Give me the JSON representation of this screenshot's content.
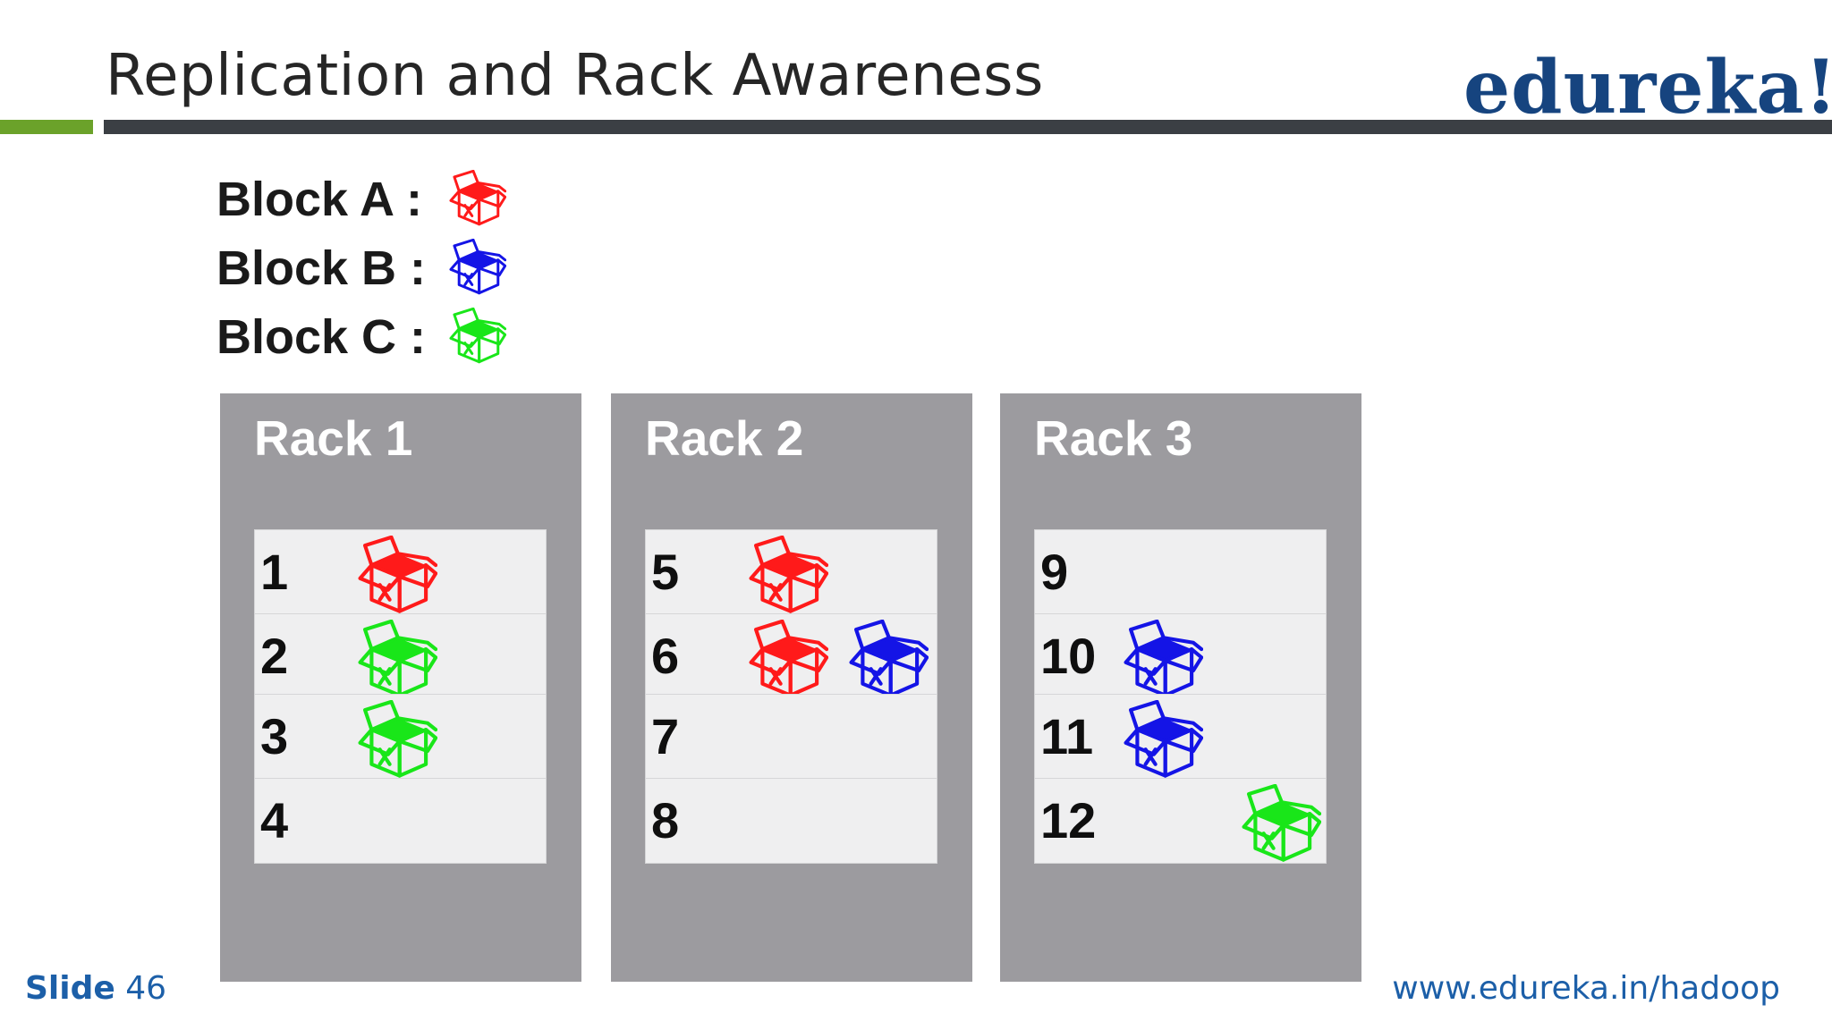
{
  "slide": {
    "title": "Replication and Rack Awareness",
    "logo": "edureka!",
    "footer_slide_label": "Slide",
    "footer_slide_number": "46",
    "footer_url": "www.edureka.in/hadoop"
  },
  "colors": {
    "block_a": "#ff1a1a",
    "block_b": "#1414e6",
    "block_c": "#19e619",
    "rack_bg": "#9c9b9f",
    "node_bg": "#efeff0",
    "accent_green": "#6ba22a",
    "brand_blue": "#16447f",
    "footer_blue": "#1c5fa8"
  },
  "legend": [
    {
      "label": "Block A :",
      "block": "A",
      "icon": "open-box-icon"
    },
    {
      "label": "Block B :",
      "block": "B",
      "icon": "open-box-icon"
    },
    {
      "label": "Block C :",
      "block": "C",
      "icon": "open-box-icon"
    }
  ],
  "racks": [
    {
      "title": "Rack 1",
      "nodes": [
        {
          "id": "1",
          "blocks": [
            "A"
          ]
        },
        {
          "id": "2",
          "blocks": [
            "C"
          ]
        },
        {
          "id": "3",
          "blocks": [
            "C"
          ]
        },
        {
          "id": "4",
          "blocks": []
        }
      ]
    },
    {
      "title": "Rack 2",
      "nodes": [
        {
          "id": "5",
          "blocks": [
            "A"
          ]
        },
        {
          "id": "6",
          "blocks": [
            "A",
            "B"
          ]
        },
        {
          "id": "7",
          "blocks": []
        },
        {
          "id": "8",
          "blocks": []
        }
      ]
    },
    {
      "title": "Rack 3",
      "nodes": [
        {
          "id": "9",
          "blocks": []
        },
        {
          "id": "10",
          "blocks": [
            "B"
          ]
        },
        {
          "id": "11",
          "blocks": [
            "B"
          ]
        },
        {
          "id": "12",
          "blocks": [
            "C"
          ]
        }
      ]
    }
  ]
}
